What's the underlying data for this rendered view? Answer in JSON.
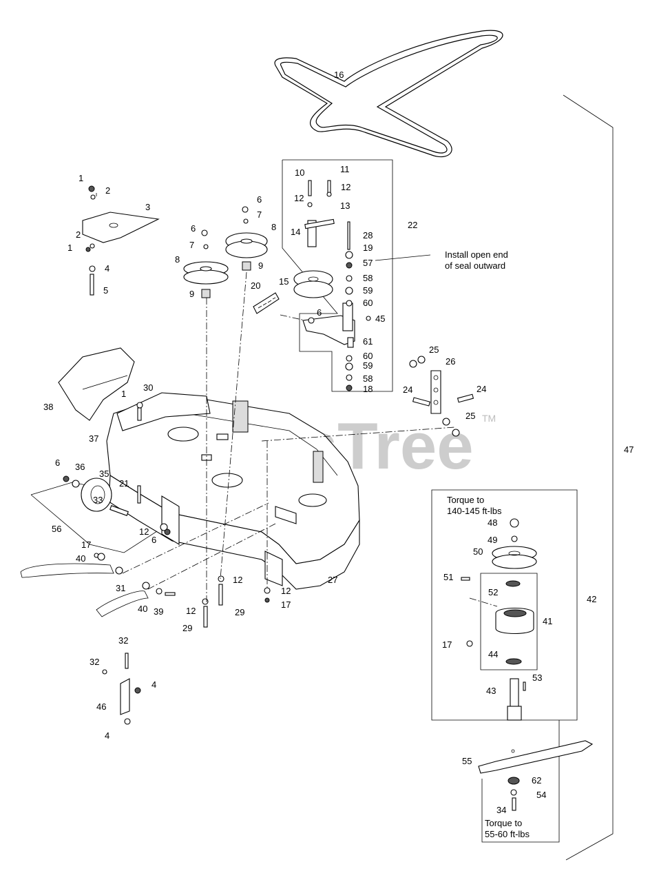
{
  "watermark": {
    "text": "PartsTree",
    "tm": "TM"
  },
  "notes": {
    "seal_line1": "Install open end",
    "seal_line2": "of seal outward",
    "torque_top_line1": "Torque to",
    "torque_top_line2": "140-145 ft-lbs",
    "torque_bottom_line1": "Torque to",
    "torque_bottom_line2": "55-60 ft-lbs"
  },
  "callouts": {
    "c1": "1",
    "c2": "2",
    "c3": "3",
    "c4": "4",
    "c5": "5",
    "c6": "6",
    "c7": "7",
    "c8": "8",
    "c9": "9",
    "c10": "10",
    "c11": "11",
    "c12": "12",
    "c13": "13",
    "c14": "14",
    "c15": "15",
    "c16": "16",
    "c17": "17",
    "c18": "18",
    "c19": "19",
    "c20": "20",
    "c21": "21",
    "c22": "22",
    "c24": "24",
    "c25": "25",
    "c26": "26",
    "c27": "27",
    "c28": "28",
    "c29": "29",
    "c30": "30",
    "c31": "31",
    "c32": "32",
    "c33": "33",
    "c34": "34",
    "c35": "35",
    "c36": "36",
    "c37": "37",
    "c38": "38",
    "c39": "39",
    "c40": "40",
    "c41": "41",
    "c42": "42",
    "c43": "43",
    "c44": "44",
    "c45": "45",
    "c46": "46",
    "c47": "47",
    "c48": "48",
    "c49": "49",
    "c50": "50",
    "c51": "51",
    "c52": "52",
    "c53": "53",
    "c54": "54",
    "c55": "55",
    "c56": "56",
    "c57": "57",
    "c58": "58",
    "c59": "59",
    "c60": "60",
    "c61": "61",
    "c62": "62"
  }
}
